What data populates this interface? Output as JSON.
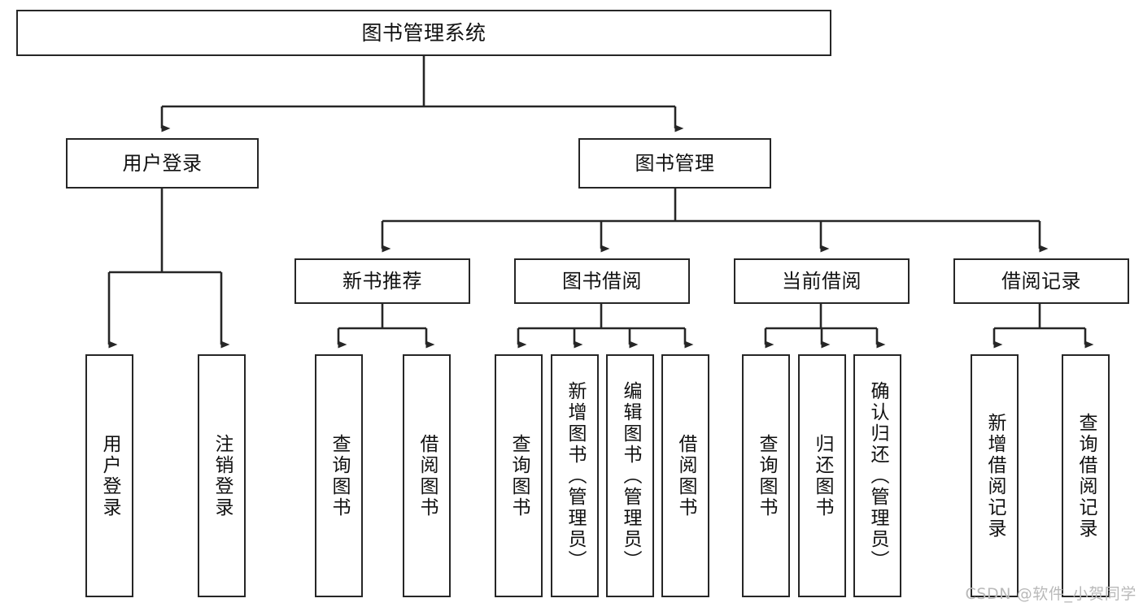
{
  "diagram": {
    "title": "图书管理系统",
    "type": "tree-hierarchy",
    "colors": {
      "box_border": "#262626",
      "box_fill": "#ffffff",
      "edge": "#262626",
      "text": "#111111",
      "watermark": "#b9b9b9",
      "background": "#ffffff"
    },
    "root": {
      "id": "root",
      "label": "图书管理系统"
    },
    "level2": [
      {
        "id": "user-login",
        "label": "用户登录"
      },
      {
        "id": "book-manage",
        "label": "图书管理"
      }
    ],
    "level3": [
      {
        "id": "new-book-recommend",
        "label": "新书推荐",
        "parent": "book-manage"
      },
      {
        "id": "book-borrow",
        "label": "图书借阅",
        "parent": "book-manage"
      },
      {
        "id": "current-borrow",
        "label": "当前借阅",
        "parent": "book-manage"
      },
      {
        "id": "borrow-record",
        "label": "借阅记录",
        "parent": "book-manage"
      }
    ],
    "leaves": {
      "user-login": [
        {
          "id": "leaf-user-login",
          "label": "用户登录"
        },
        {
          "id": "leaf-user-logout",
          "label": "注销登录"
        }
      ],
      "new-book-recommend": [
        {
          "id": "leaf-query-book-1",
          "label": "查询图书"
        },
        {
          "id": "leaf-borrow-book-1",
          "label": "借阅图书"
        }
      ],
      "book-borrow": [
        {
          "id": "leaf-query-book-2",
          "label": "查询图书"
        },
        {
          "id": "leaf-add-book",
          "label": "新增图书（管理员）"
        },
        {
          "id": "leaf-edit-book",
          "label": "编辑图书（管理员）"
        },
        {
          "id": "leaf-borrow-book-2",
          "label": "借阅图书"
        }
      ],
      "current-borrow": [
        {
          "id": "leaf-query-book-3",
          "label": "查询图书"
        },
        {
          "id": "leaf-return-book",
          "label": "归还图书"
        },
        {
          "id": "leaf-confirm-return",
          "label": "确认归还（管理员）"
        }
      ],
      "borrow-record": [
        {
          "id": "leaf-add-record",
          "label": "新增借阅记录"
        },
        {
          "id": "leaf-query-record",
          "label": "查询借阅记录"
        }
      ]
    }
  },
  "watermark": {
    "text": "CSDN @软件_小贺同学"
  }
}
